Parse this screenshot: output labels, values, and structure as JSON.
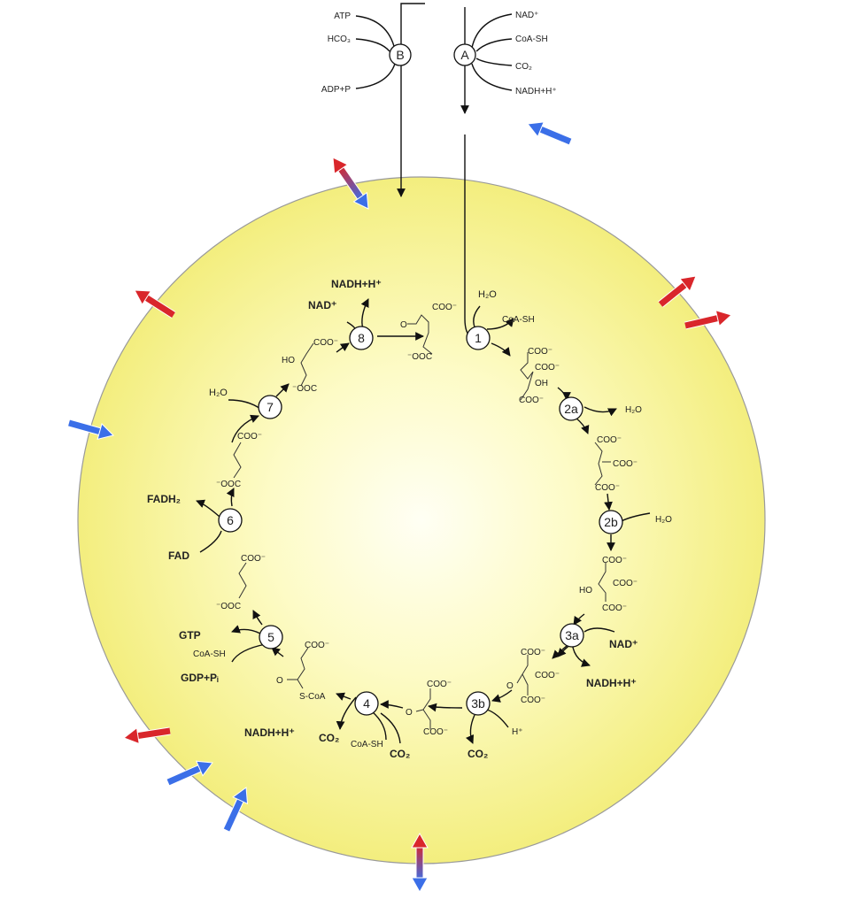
{
  "entry": {
    "enzyme_a": "A",
    "enzyme_b": "B",
    "a_inputs": [
      "NAD⁺",
      "CoA-SH"
    ],
    "a_outputs": [
      "CO₂",
      "NADH+H⁺"
    ],
    "b_inputs": [
      "ATP",
      "HCO₃"
    ],
    "b_outputs": [
      "ADP+P"
    ]
  },
  "steps": [
    {
      "id": "1",
      "labels": [
        "H₂O",
        "CoA-SH"
      ]
    },
    {
      "id": "2a",
      "labels": [
        "H₂O"
      ]
    },
    {
      "id": "2b",
      "labels": [
        "H₂O"
      ]
    },
    {
      "id": "3a",
      "labels": [
        "NAD⁺",
        "NADH+H⁺"
      ]
    },
    {
      "id": "3b",
      "labels": [
        "H⁺",
        "CO₂"
      ]
    },
    {
      "id": "4",
      "labels": [
        "NADH+H⁺",
        "CO₂",
        "CoA-SH",
        "CO₂"
      ]
    },
    {
      "id": "5",
      "labels": [
        "GTP",
        "CoA-SH",
        "GDP+Pᵢ"
      ]
    },
    {
      "id": "6",
      "labels": [
        "FADH₂",
        "FAD"
      ]
    },
    {
      "id": "7",
      "labels": [
        "H₂O"
      ]
    },
    {
      "id": "8",
      "labels": [
        "NAD⁺",
        "NADH+H⁺"
      ]
    }
  ],
  "chem_labels": {
    "coo": "COO⁻",
    "ooc": "⁻OOC",
    "oh": "OH",
    "ho": "HO",
    "o": "O",
    "scoa": "S-CoA"
  },
  "colors": {
    "cell_fill": "#f5f08a",
    "cell_center": "#fffef2",
    "export_arrow": "#d9262b",
    "import_arrow": "#3b6fe8",
    "bidirectional_arrow": "#8e3f8f"
  }
}
